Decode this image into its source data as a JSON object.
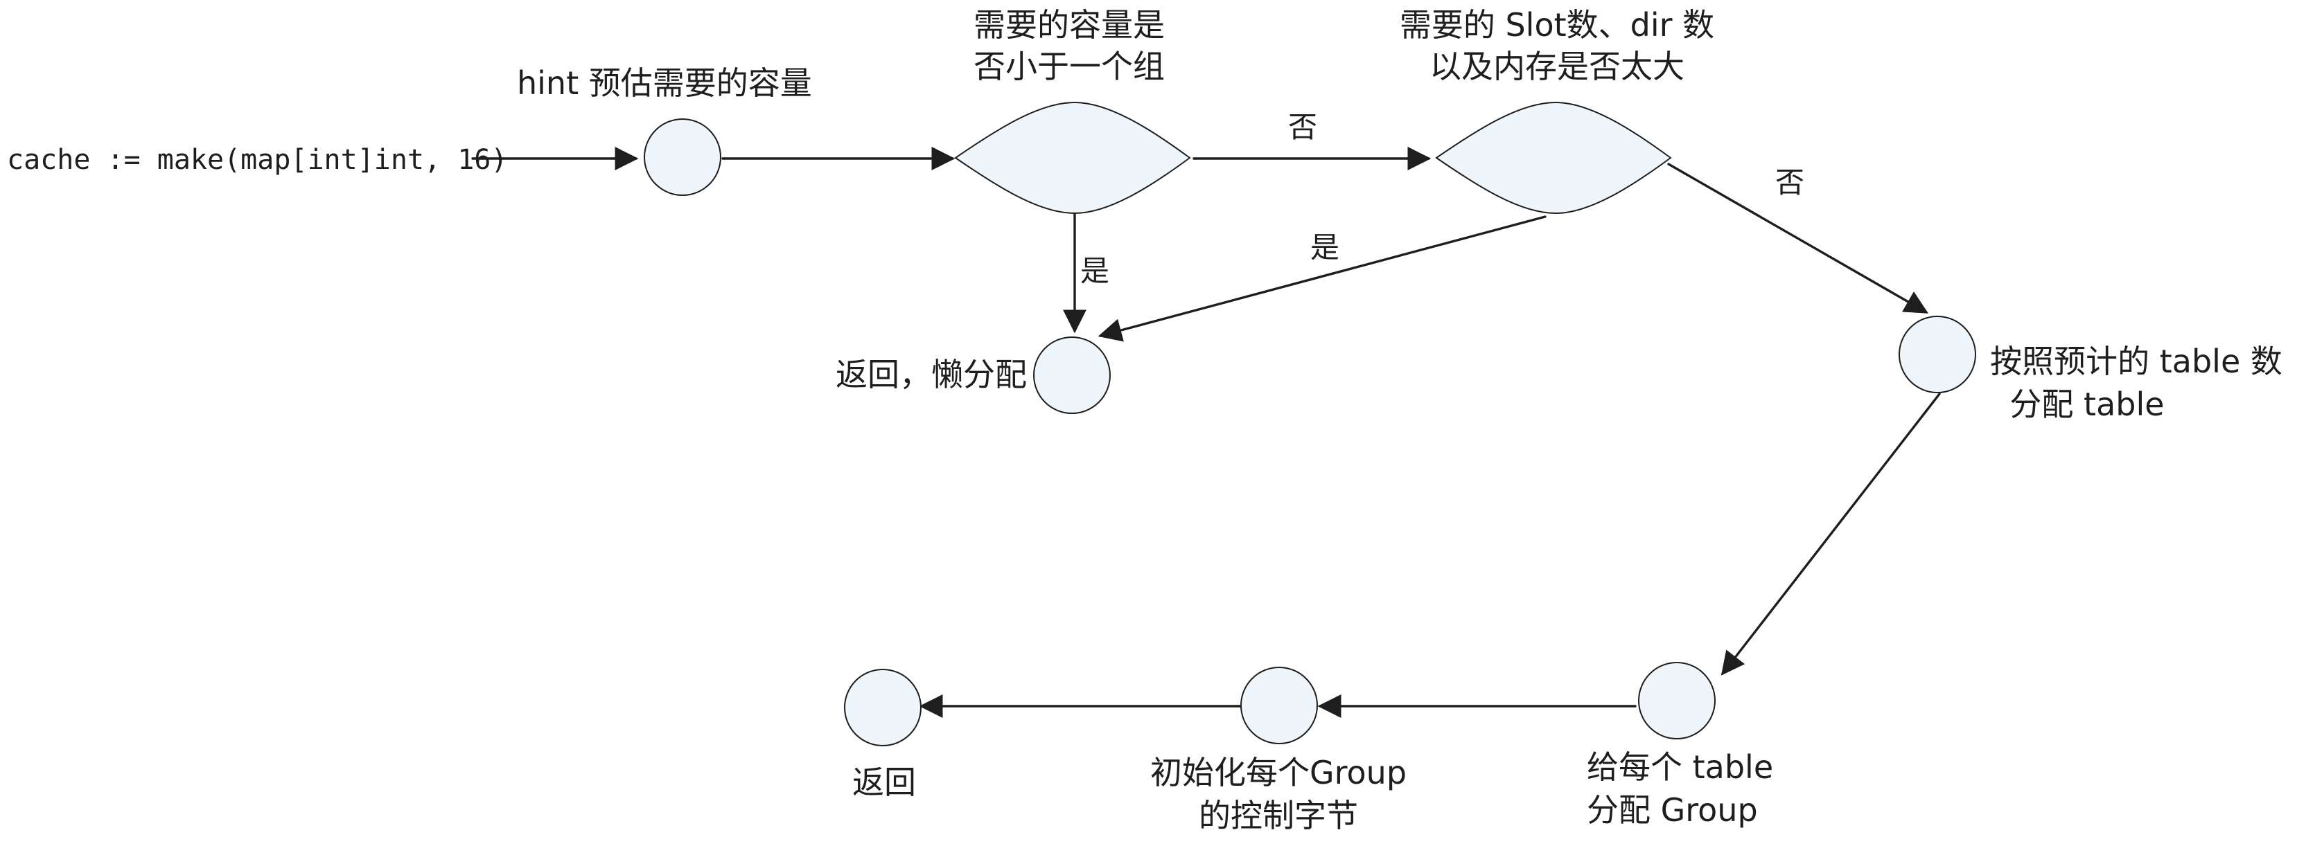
{
  "diagram": {
    "start_label": "cache := make(map[int]int, 16)",
    "hint_label": "hint 预估需要的容量",
    "decision1": {
      "line1": "需要的容量是",
      "line2": "否小于一个组"
    },
    "decision2": {
      "line1": "需要的 Slot数、dir 数",
      "line2": "以及内存是否太大"
    },
    "edge_no_1": "否",
    "edge_no_2": "否",
    "edge_yes_1": "是",
    "edge_yes_2": "是",
    "lazy_label": "返回，懒分配",
    "alloc_table": {
      "line1": "按照预计的 table 数",
      "line2": "分配 table"
    },
    "alloc_group": {
      "line1": "给每个 table",
      "line2": "分配 Group"
    },
    "init_ctrl": {
      "line1": "初始化每个Group",
      "line2": "的控制字节"
    },
    "end_label": "返回"
  }
}
